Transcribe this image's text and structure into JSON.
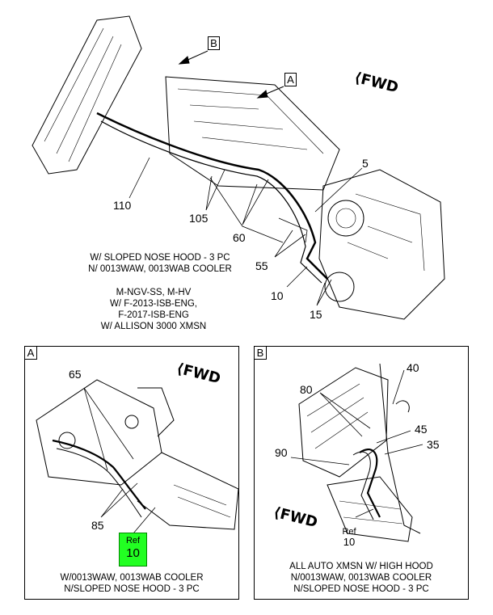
{
  "main": {
    "tag_b": "B",
    "tag_a": "A",
    "fwd": "FWD",
    "callouts": [
      "110",
      "105",
      "60",
      "5",
      "55",
      "10",
      "15"
    ],
    "note_hood": [
      "W/ SLOPED NOSE HOOD - 3 PC",
      "N/ 0013WAW, 0013WAB COOLER"
    ],
    "note_model": [
      "M-NGV-SS, M-HV",
      "W/ F-2013-ISB-ENG,",
      "F-2017-ISB-ENG",
      "W/ ALLISON 3000 XMSN"
    ]
  },
  "detail_a": {
    "tag": "A",
    "fwd": "FWD",
    "callouts": [
      "65",
      "85"
    ],
    "ref_label": "Ref",
    "ref_value": "10",
    "note": [
      "W/0013WAW, 0013WAB COOLER",
      "N/SLOPED NOSE HOOD - 3 PC"
    ]
  },
  "detail_b": {
    "tag": "B",
    "fwd": "FWD",
    "callouts": [
      "40",
      "80",
      "45",
      "35",
      "90"
    ],
    "ref_label": "Ref",
    "ref_value": "10",
    "note": [
      "ALL AUTO XMSN W/ HIGH HOOD",
      "N/0013WAW, 0013WAB COOLER",
      "N/SLOPED NOSE HOOD - 3 PC"
    ]
  },
  "colors": {
    "ref_fill": "#22ff22",
    "line": "#000000"
  }
}
